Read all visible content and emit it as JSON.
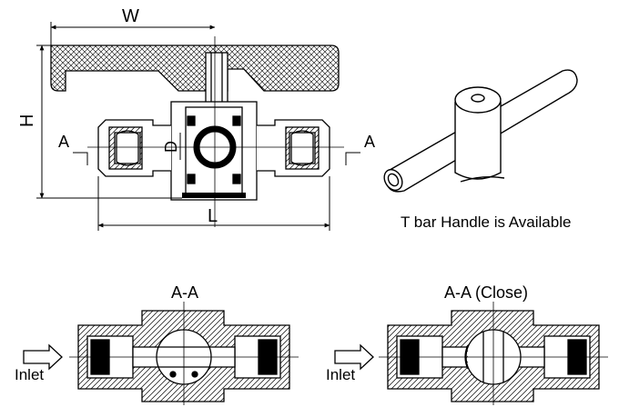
{
  "dimensions": {
    "width_label": "W",
    "height_label": "H",
    "length_label": "L",
    "diameter_label": "D"
  },
  "section_marks": {
    "left": "A",
    "right": "A"
  },
  "t_bar_caption": "T bar Handle is Available",
  "sections": {
    "open_title": "A-A",
    "closed_title": "A-A (Close)",
    "inlet_left": "Inlet",
    "inlet_right": "Inlet"
  }
}
